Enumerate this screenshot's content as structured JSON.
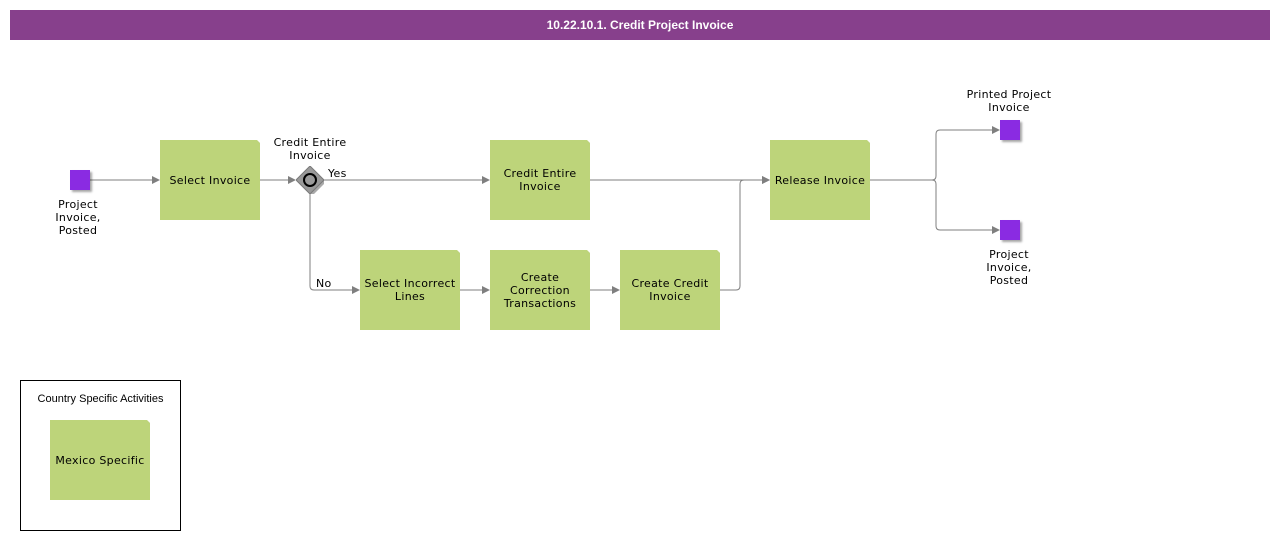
{
  "header": {
    "title": "10.22.10.1. Credit Project Invoice"
  },
  "events": {
    "start_label": "Project Invoice, Posted",
    "end_printed_label": "Printed Project Invoice",
    "end_posted_label": "Project Invoice, Posted"
  },
  "gateway": {
    "label": "Credit Entire Invoice",
    "yes_label": "Yes",
    "no_label": "No"
  },
  "tasks": {
    "select_invoice": "Select Invoice",
    "credit_entire_invoice": "Credit Entire Invoice",
    "select_incorrect_lines": "Select Incorrect Lines",
    "create_correction_transactions": "Create Correction Transactions",
    "create_credit_invoice": "Create Credit Invoice",
    "release_invoice": "Release Invoice"
  },
  "legend": {
    "title": "Country Specific Activities",
    "mexico_specific": "Mexico Specific"
  },
  "colors": {
    "title_bar": "#87408c",
    "task_fill": "#bdd47a",
    "event_fill": "#8a2be2",
    "connector": "#7f7f7f"
  }
}
